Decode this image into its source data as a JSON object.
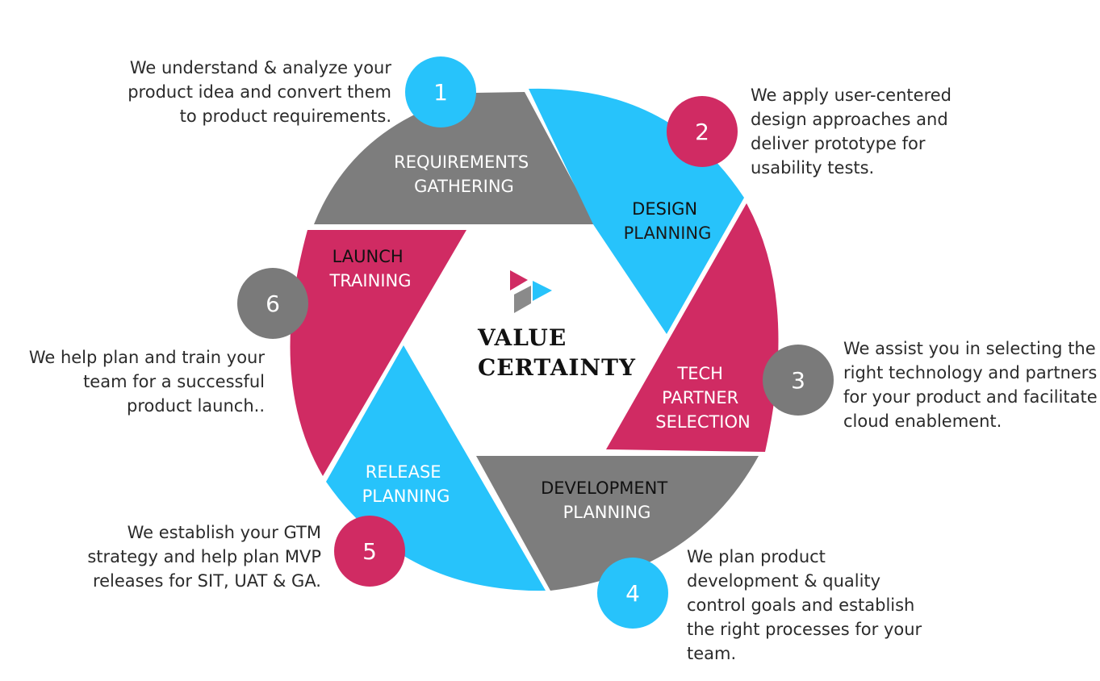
{
  "colors": {
    "gray": "#7d7d7d",
    "blue": "#27c3fb",
    "magenta": "#d02b63",
    "badge_gray": "#7a7a7a"
  },
  "center": {
    "logo": "play-arrows-logo",
    "title_line1": "VALUE",
    "title_line2": "CERTAINTY"
  },
  "segments": [
    {
      "line1": "REQUIREMENTS",
      "line2": "GATHERING"
    },
    {
      "line1": "DESIGN",
      "line2": "PLANNING"
    },
    {
      "line1": "TECH",
      "line2": "PARTNER",
      "line3": "SELECTION"
    },
    {
      "line1": "DEVELOPMENT",
      "line2": "PLANNING"
    },
    {
      "line1": "RELEASE",
      "line2": "PLANNING"
    },
    {
      "line1": "LAUNCH",
      "line2": "TRAINING"
    }
  ],
  "steps": [
    {
      "number": "1",
      "text": "We understand & analyze your\nproduct idea and convert them\nto product requirements."
    },
    {
      "number": "2",
      "text": "We apply user-centered\ndesign approaches and\ndeliver prototype for\nusability tests."
    },
    {
      "number": "3",
      "text": "We assist you in selecting the\nright technology and partners\nfor your product and facilitate\ncloud enablement."
    },
    {
      "number": "4",
      "text": "We plan product\ndevelopment & quality\ncontrol goals and establish\nthe right processes for your\nteam."
    },
    {
      "number": "5",
      "text": "We establish your GTM\nstrategy and help plan MVP\nreleases for SIT, UAT & GA."
    },
    {
      "number": "6",
      "text": "We help plan and train your\nteam for a successful\nproduct launch.."
    }
  ]
}
